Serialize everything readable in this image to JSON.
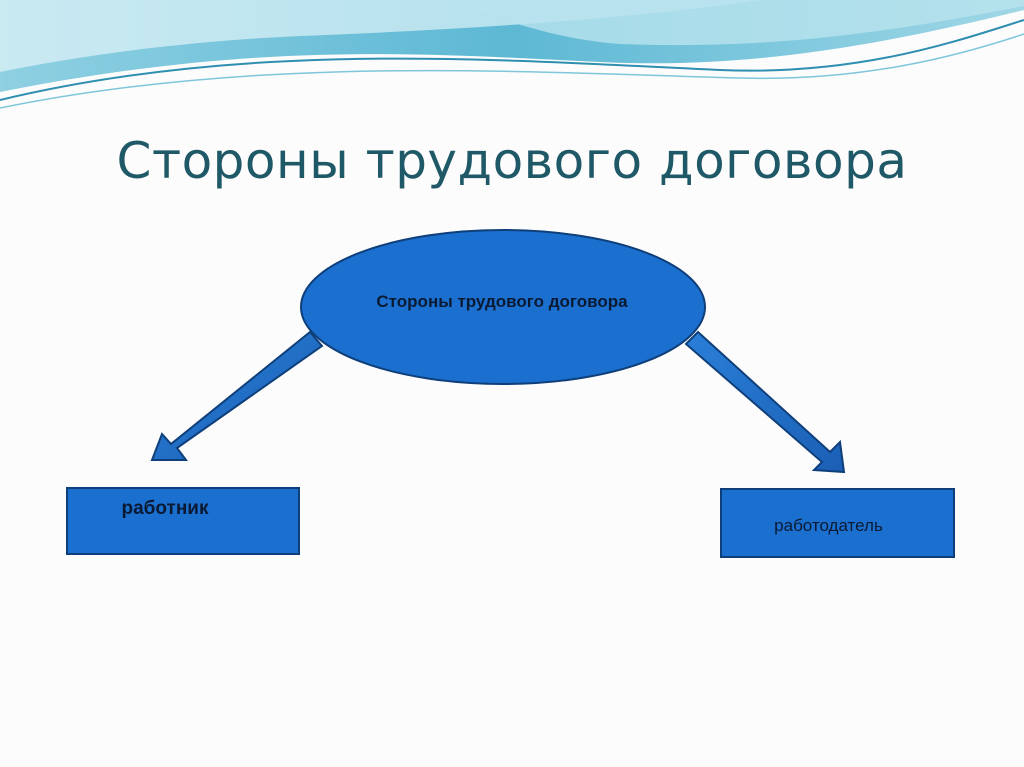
{
  "slide": {
    "title": "Стороны трудового договора"
  },
  "diagram": {
    "center": "Стороны трудового договора",
    "left_box": "работник",
    "right_box": "работодатель"
  },
  "colors": {
    "title": "#1f5867",
    "shape_fill": "#1b6fcf",
    "shape_border": "#0e3f7a",
    "wave_light": "#bfe3ee",
    "wave_mid": "#7fc6dc",
    "wave_dark": "#2f8fb0"
  }
}
